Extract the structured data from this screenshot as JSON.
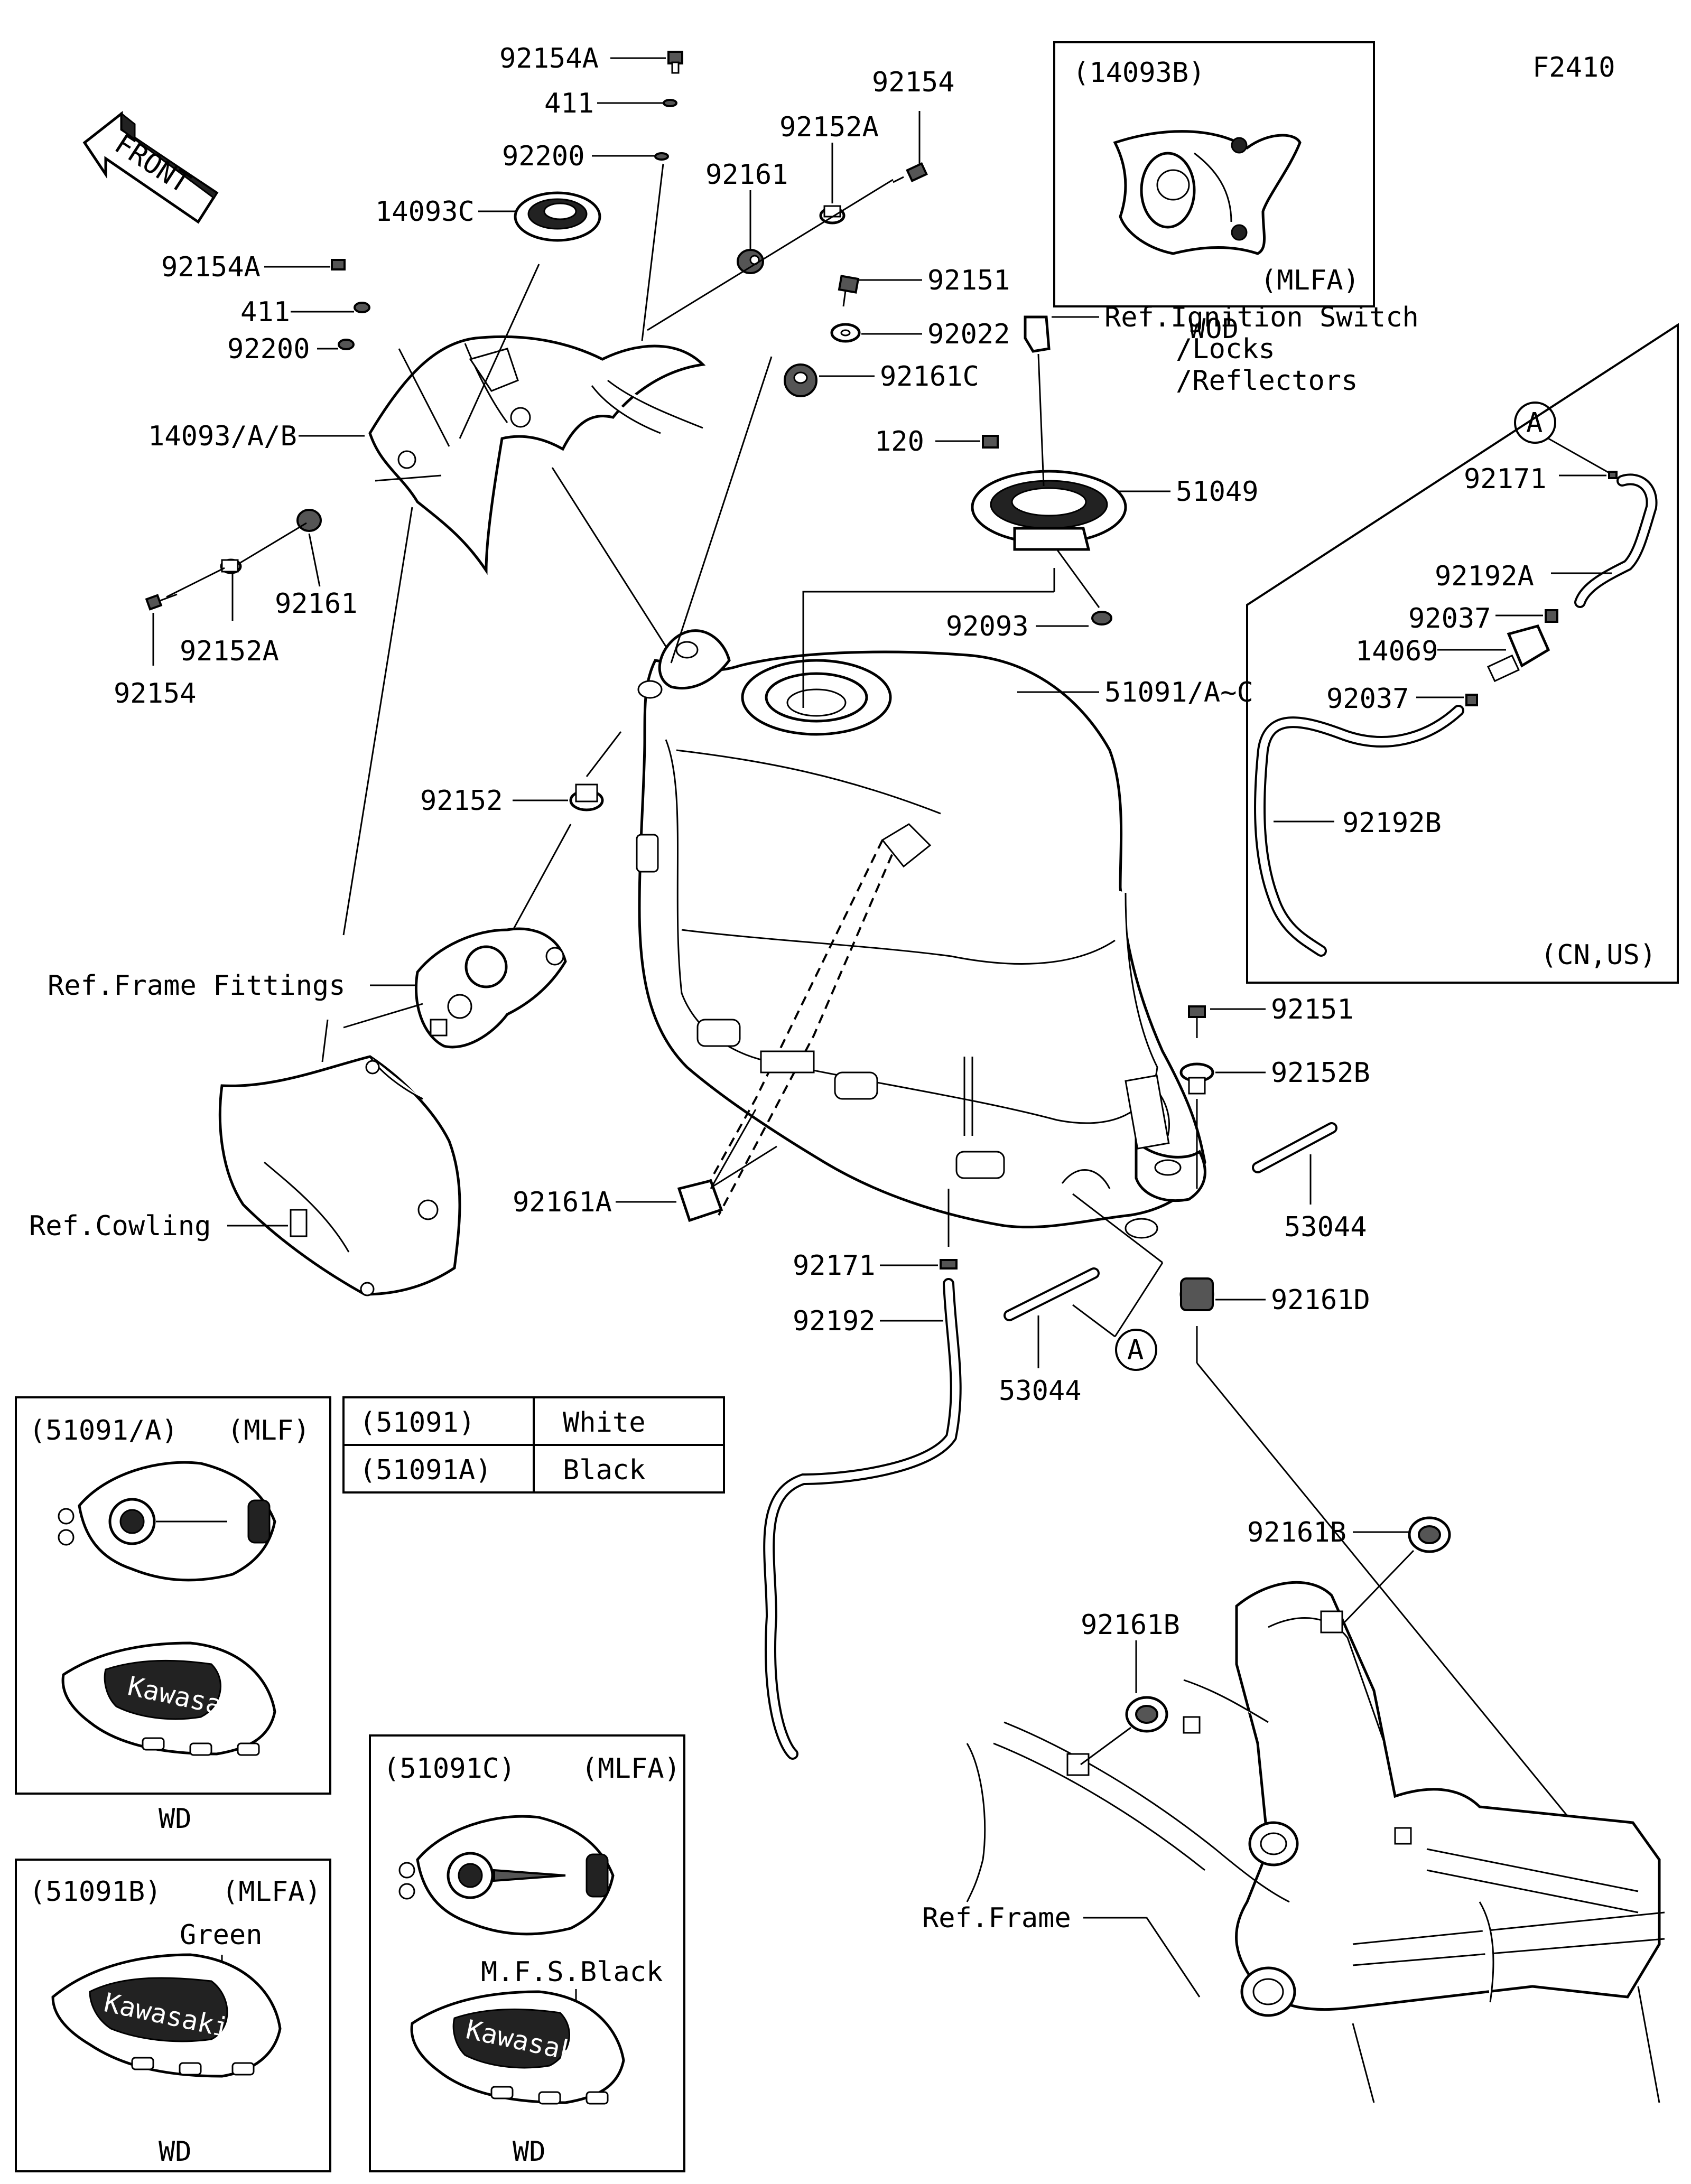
{
  "figure_code": "F2410",
  "front_label": "FRONT",
  "part_labels": {
    "p92154A_top": "92154A",
    "p411_top": "411",
    "p92200_top": "92200",
    "p14093C": "14093C",
    "p92154_top": "92154",
    "p92152A_top": "92152A",
    "p92161_top": "92161",
    "p92154A_left": "92154A",
    "p411_left": "411",
    "p92200_left": "92200",
    "p14093AB": "14093/A/B",
    "p92161_left": "92161",
    "p92152A_left": "92152A",
    "p92154_left": "92154",
    "p92151_top": "92151",
    "p92022": "92022",
    "p92161C": "92161C",
    "p120": "120",
    "p51049": "51049",
    "p92093": "92093",
    "p51091": "51091/A~C",
    "p92152": "92152",
    "p92151_right": "92151",
    "p92152B": "92152B",
    "p53044_right": "53044",
    "p92161D": "92161D",
    "p92161A": "92161A",
    "p92171_bottom": "92171",
    "p92192": "92192",
    "p53044_bottom": "53044",
    "p92161B_top": "92161B",
    "p92161B_mid": "92161B"
  },
  "reference_labels": {
    "ignition_line1": "Ref.Ignition Switch",
    "ignition_line2": "/Locks",
    "ignition_line3": "/Reflectors",
    "frame_fittings": "Ref.Frame Fittings",
    "cowling": "Ref.Cowling",
    "frame": "Ref.Frame"
  },
  "callout_marker": "A",
  "inset_14093B": {
    "title": "(14093B)",
    "variant": "(MLFA)",
    "caption": "WOD"
  },
  "inset_cn_us": {
    "marker": "A",
    "labels": {
      "p92171": "92171",
      "p92192A": "92192A",
      "p92037_top": "92037",
      "p14069": "14069",
      "p92037_bottom": "92037",
      "p92192B": "92192B"
    },
    "region": "(CN,US)"
  },
  "color_table": {
    "rows": [
      {
        "code": "(51091)",
        "color": "White"
      },
      {
        "code": "(51091A)",
        "color": "Black"
      }
    ]
  },
  "inset_51091A": {
    "title": "(51091/A)",
    "variant": "(MLF)",
    "caption": "WD",
    "brand": "Kawasaki"
  },
  "inset_51091B": {
    "title": "(51091B)",
    "variant": "(MLFA)",
    "color": "Green",
    "caption": "WD",
    "brand": "Kawasaki"
  },
  "inset_51091C": {
    "title": "(51091C)",
    "variant": "(MLFA)",
    "color": "M.F.S.Black",
    "caption": "WD",
    "brand": "Kawasaki"
  }
}
